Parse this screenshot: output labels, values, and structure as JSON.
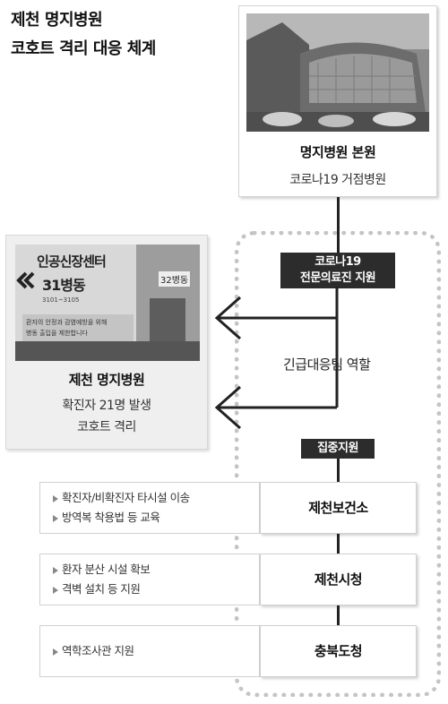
{
  "title": {
    "line1": "제천 명지병원",
    "line2": "코호트 격리 대응 체계"
  },
  "main_hospital": {
    "name": "명지병원 본원",
    "role": "코로나19 거점병원"
  },
  "support_label": {
    "line1": "코로나19",
    "line2": "전문의료진 지원"
  },
  "emergency_team": "긴급대응팀 역할",
  "jecheon_hospital": {
    "name": "제천 명지병원",
    "detail1": "확진자 21명 발생",
    "detail2": "코호트 격리",
    "photo_signs": {
      "center": "인공신장센터",
      "ward": "31병동",
      "ward_small": "32병동",
      "rooms": "3101~3105",
      "notice1": "환자의 안정과 감염예방을 위해",
      "notice2": "병동 출입을 제한합니다"
    }
  },
  "focused_label": "집중지원",
  "orgs": [
    {
      "name": "제천보건소",
      "tasks": [
        "확진자/비확진자 타시설 이송",
        "방역복 착용법 등 교육"
      ]
    },
    {
      "name": "제천시청",
      "tasks": [
        "환자 분산 시설 확보",
        "격벽 설치 등 지원"
      ]
    },
    {
      "name": "충북도청",
      "tasks": [
        "역학조사관 지원"
      ]
    }
  ]
}
